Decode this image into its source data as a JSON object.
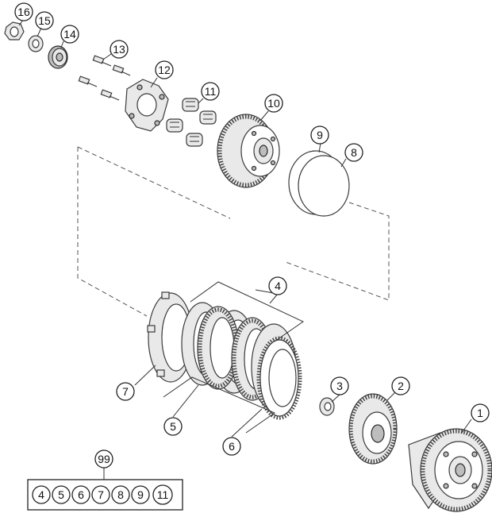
{
  "callouts": {
    "p1": "1",
    "p2": "2",
    "p3": "3",
    "p4": "4",
    "p5": "5",
    "p6": "6",
    "p7": "7",
    "p8": "8",
    "p9": "9",
    "p10": "10",
    "p11": "11",
    "p12": "12",
    "p13": "13",
    "p14": "14",
    "p15": "15",
    "p16": "16",
    "p99": "99"
  },
  "kit": [
    "4",
    "5",
    "6",
    "7",
    "8",
    "9",
    "11"
  ]
}
